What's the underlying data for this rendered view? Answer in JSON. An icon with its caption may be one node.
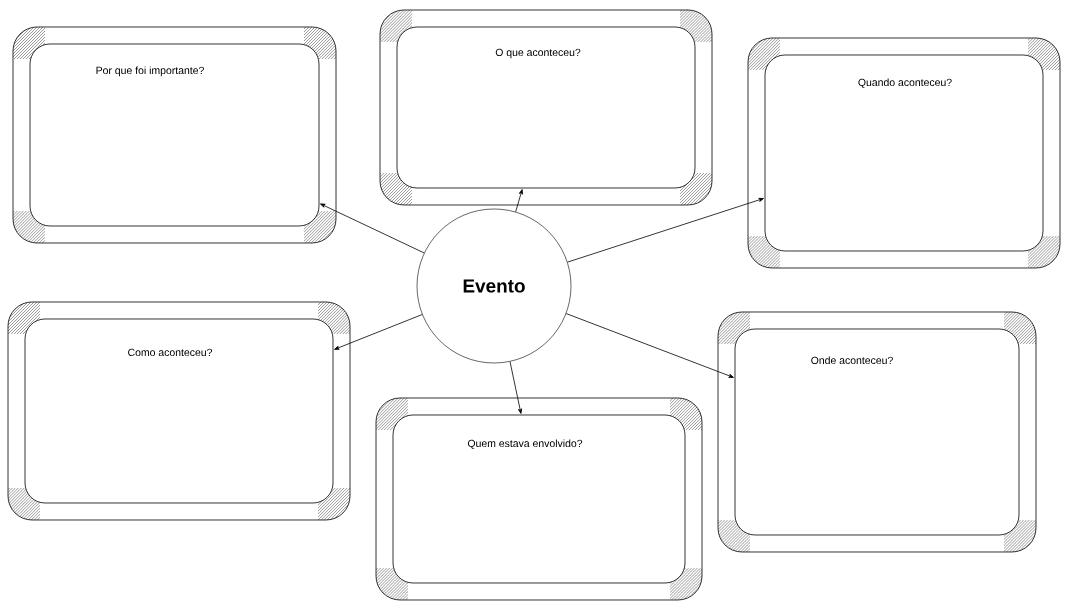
{
  "diagram": {
    "nodes": [
      {
        "text": [
          "Por que foi importante?"
        ]
      },
      {
        "text": [
          "O que aconteceu?"
        ]
      },
      {
        "text": [
          "Quando aconteceu?"
        ]
      },
      {
        "text": [
          "Evento"
        ]
      },
      {
        "text": [
          "Como aconteceu?"
        ]
      },
      {
        "text": [
          "Onde aconteceu?"
        ]
      },
      {
        "text": [
          "Quem estava envolvido?"
        ]
      }
    ],
    "edges": [
      {
        "from": 3,
        "to": 1,
        "arrow": "to"
      },
      {
        "from": 3,
        "to": 2,
        "arrow": "to"
      },
      {
        "from": 3,
        "to": 0,
        "arrow": "to"
      },
      {
        "from": 3,
        "to": 4,
        "arrow": "to"
      },
      {
        "from": 3,
        "to": 5,
        "arrow": "to"
      },
      {
        "from": 3,
        "to": 6,
        "arrow": "to"
      }
    ]
  }
}
